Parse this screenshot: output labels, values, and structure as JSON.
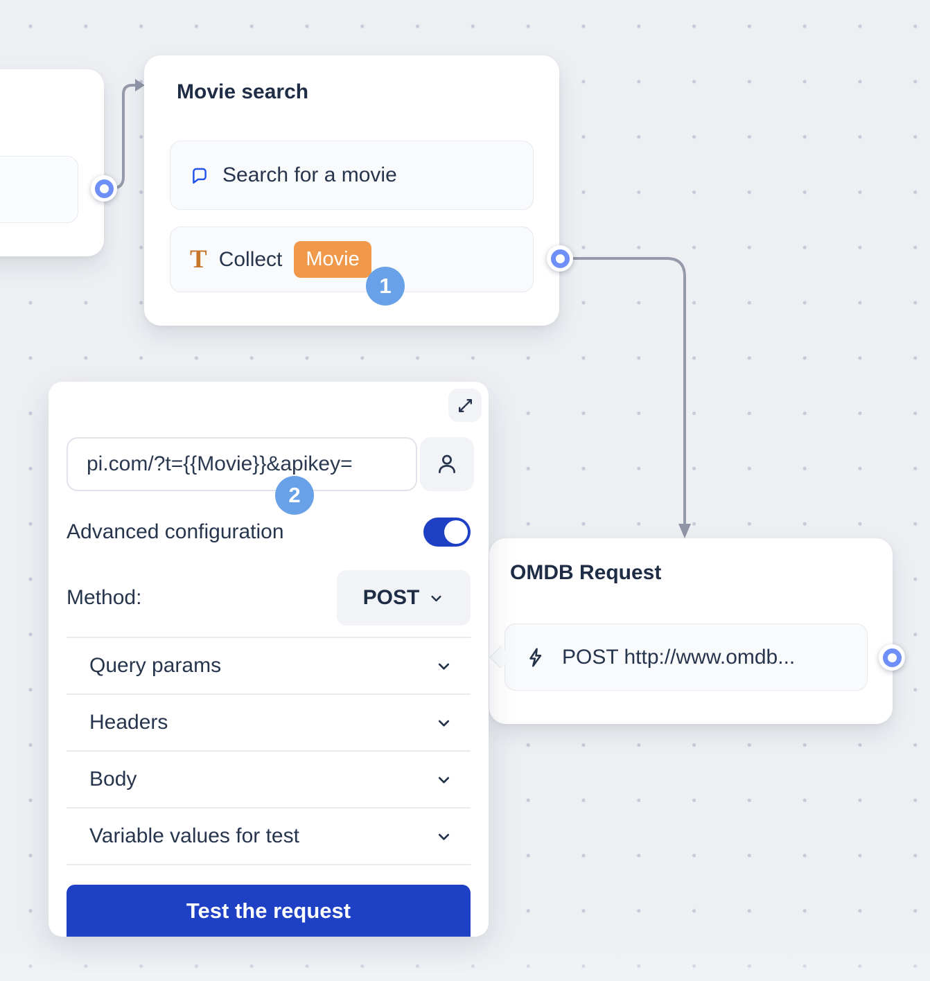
{
  "colors": {
    "accent_blue": "#1d40c5",
    "step_badge_blue": "#69a1e8",
    "variable_chip_orange": "#f0994a",
    "port_ring_blue": "#6e8ff7",
    "connector_gray": "#959bab",
    "canvas_background": "#edeff3"
  },
  "annotations": {
    "step_1": "1",
    "step_2": "2"
  },
  "movie_search_node": {
    "title": "Movie search",
    "items": [
      {
        "icon": "chat-bubble-icon",
        "label": "Search for a movie"
      },
      {
        "icon": "text-input-icon",
        "label": "Collect",
        "variable_chip": "Movie"
      }
    ]
  },
  "omdb_node": {
    "title": "OMDB Request",
    "items": [
      {
        "icon": "lightning-icon",
        "label": "POST http://www.omdb..."
      }
    ]
  },
  "config_panel": {
    "url_input": {
      "value": "pi.com/?t={{Movie}}&apikey="
    },
    "advanced_configuration": {
      "label": "Advanced configuration",
      "enabled": true
    },
    "method": {
      "label": "Method:",
      "value": "POST"
    },
    "sections": [
      {
        "label": "Query params"
      },
      {
        "label": "Headers"
      },
      {
        "label": "Body"
      },
      {
        "label": "Variable values for test"
      }
    ],
    "test_button_label": "Test the request"
  }
}
